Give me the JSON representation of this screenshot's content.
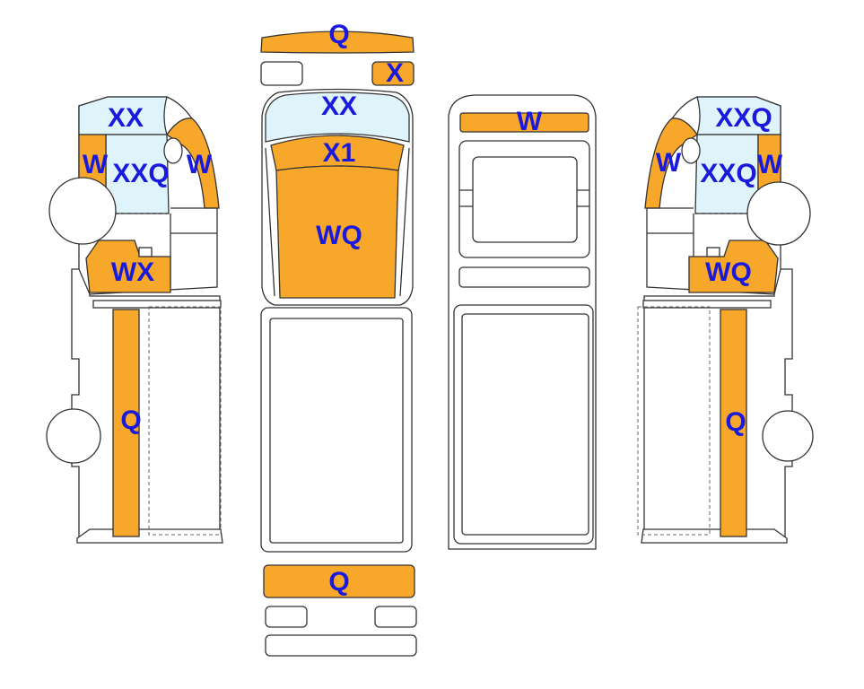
{
  "colors": {
    "damage": "#f7a72a",
    "glass": "#dff3fb",
    "body": "#ffffff",
    "outline": "#333333",
    "label": "#1a1adc"
  },
  "labels": {
    "front_bumper": "Q",
    "front_small_right": "X",
    "windshield": "XX",
    "cab_roof_front": "X1",
    "cab_roof": "WQ",
    "rear_bumper": "Q",
    "back_top": "W",
    "left_cab_window_top": "XX",
    "left_cab_pillar": "W",
    "left_door_glass": "XXQ",
    "left_cab_rear_edge": "W",
    "left_cab_lower": "WX",
    "left_bed_side": "Q",
    "right_cab_window_top": "XXQ",
    "right_cab_pillar": "W",
    "right_door_glass": "XXQ",
    "right_cab_rear_edge": "W",
    "right_cab_lower": "WQ",
    "right_bed_side": "Q"
  }
}
